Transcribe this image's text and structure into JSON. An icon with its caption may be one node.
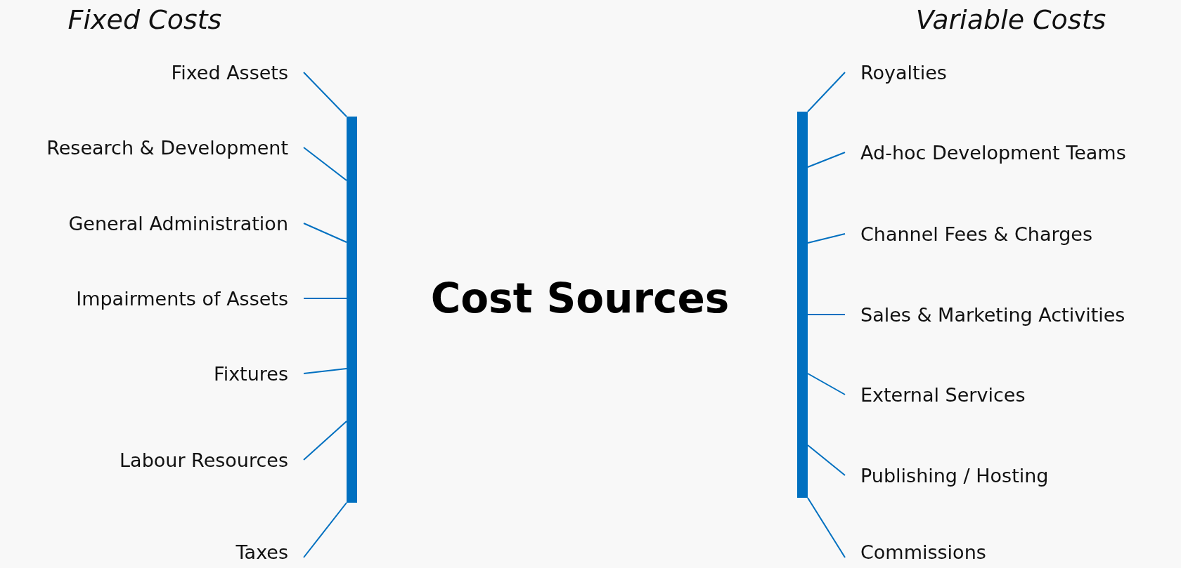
{
  "diagram": {
    "title": "Cost Sources",
    "nodes": [
      {
        "text": [],
        "shape": "bar"
      },
      {
        "text": [
          "Fixed Assets"
        ]
      },
      {
        "text": [
          "Research & Development"
        ]
      },
      {
        "text": [
          "General Administration"
        ]
      },
      {
        "text": [
          "Impairments of Assets"
        ]
      },
      {
        "text": [
          "Fixtures"
        ]
      },
      {
        "text": [
          "Labour Resources"
        ]
      },
      {
        "text": [
          "Taxes"
        ]
      },
      {
        "text": [],
        "shape": "bar"
      },
      {
        "text": [
          "Royalties"
        ]
      },
      {
        "text": [
          "Ad-hoc Development Teams"
        ]
      },
      {
        "text": [
          "Channel Fees & Charges"
        ]
      },
      {
        "text": [
          "Sales & Marketing Activities"
        ]
      },
      {
        "text": [
          "External Services"
        ]
      },
      {
        "text": [
          "Publishing / Hosting"
        ]
      },
      {
        "text": [
          "Commissions"
        ]
      }
    ],
    "edges": [
      {
        "from": 1,
        "to": 0,
        "arrow": "none"
      },
      {
        "from": 2,
        "to": 0,
        "arrow": "none"
      },
      {
        "from": 3,
        "to": 0,
        "arrow": "none"
      },
      {
        "from": 4,
        "to": 0,
        "arrow": "none"
      },
      {
        "from": 5,
        "to": 0,
        "arrow": "none"
      },
      {
        "from": 6,
        "to": 0,
        "arrow": "none"
      },
      {
        "from": 7,
        "to": 0,
        "arrow": "none"
      },
      {
        "from": 9,
        "to": 8,
        "arrow": "none"
      },
      {
        "from": 10,
        "to": 8,
        "arrow": "none"
      },
      {
        "from": 11,
        "to": 8,
        "arrow": "none"
      },
      {
        "from": 12,
        "to": 8,
        "arrow": "none"
      },
      {
        "from": 13,
        "to": 8,
        "arrow": "none"
      },
      {
        "from": 14,
        "to": 8,
        "arrow": "none"
      },
      {
        "from": 15,
        "to": 8,
        "arrow": "none"
      }
    ],
    "labels": [
      "Fixed Costs",
      "Variable Costs"
    ]
  }
}
